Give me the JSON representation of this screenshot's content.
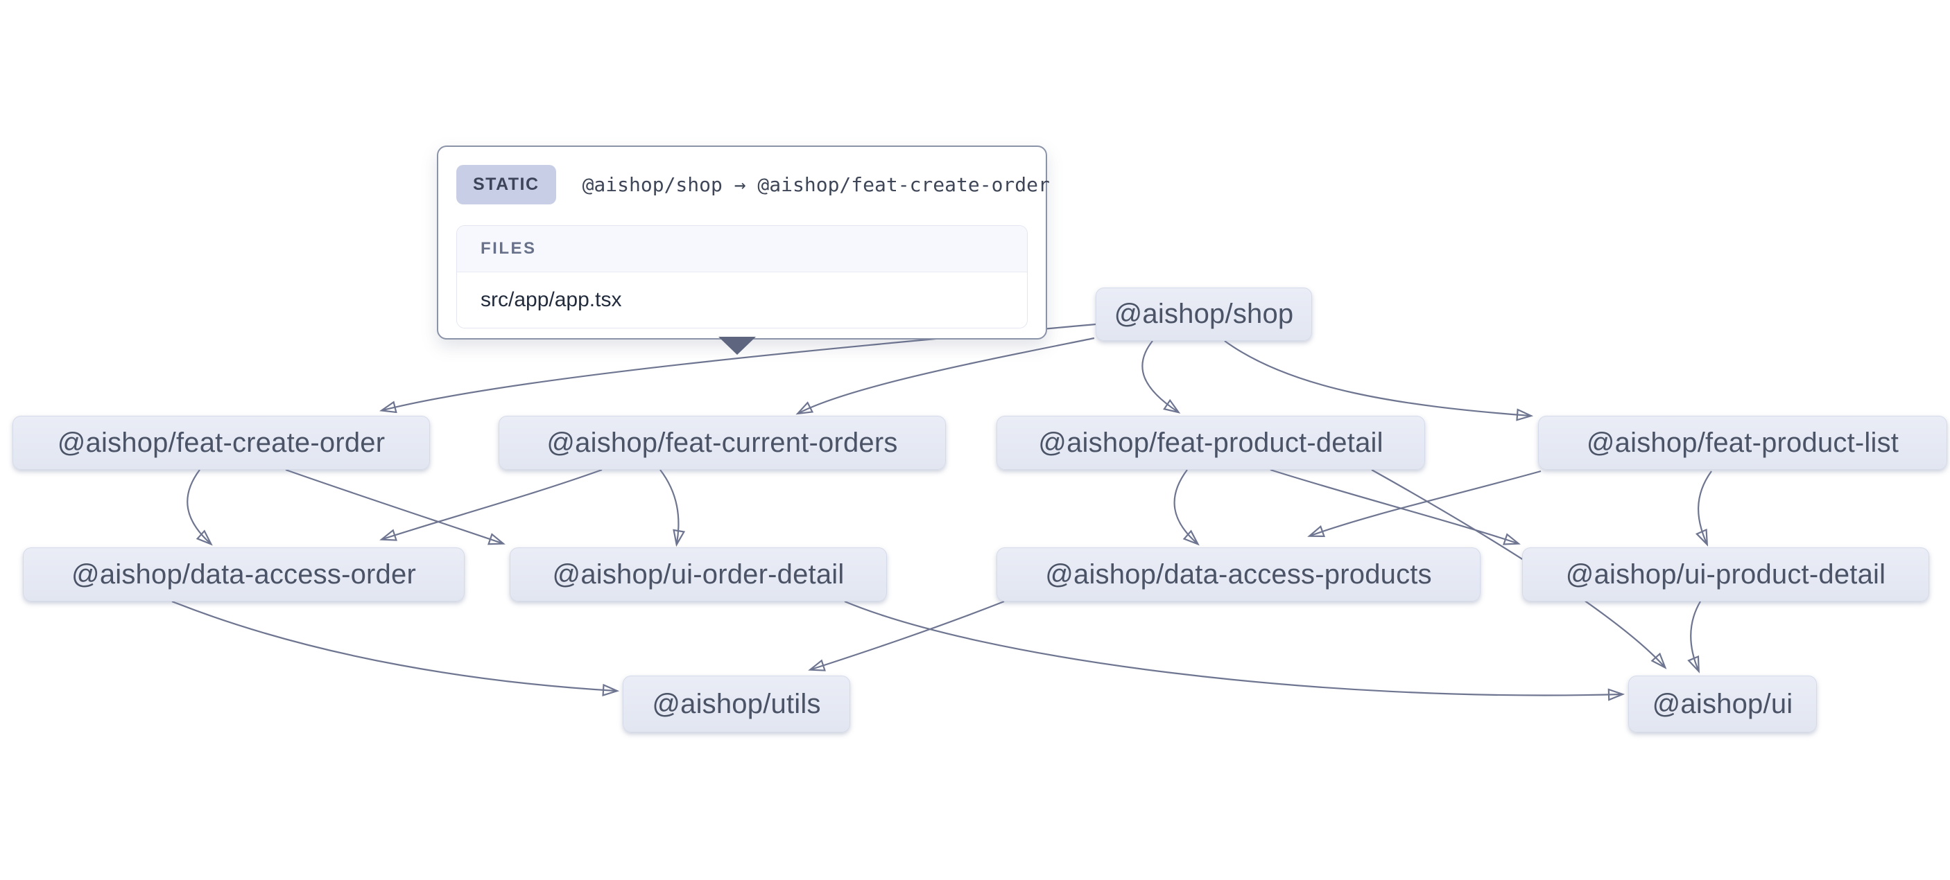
{
  "tooltip": {
    "badge": "STATIC",
    "title": "@aishop/shop → @aishop/feat-create-order",
    "files_header": "FILES",
    "files": [
      "src/app/app.tsx"
    ]
  },
  "nodes": {
    "shop": {
      "label": "@aishop/shop"
    },
    "feat_create_order": {
      "label": "@aishop/feat-create-order"
    },
    "feat_current_orders": {
      "label": "@aishop/feat-current-orders"
    },
    "feat_product_detail": {
      "label": "@aishop/feat-product-detail"
    },
    "feat_product_list": {
      "label": "@aishop/feat-product-list"
    },
    "data_access_order": {
      "label": "@aishop/data-access-order"
    },
    "ui_order_detail": {
      "label": "@aishop/ui-order-detail"
    },
    "data_access_products": {
      "label": "@aishop/data-access-products"
    },
    "ui_product_detail": {
      "label": "@aishop/ui-product-detail"
    },
    "utils": {
      "label": "@aishop/utils"
    },
    "ui": {
      "label": "@aishop/ui"
    }
  },
  "edges": [
    {
      "source": "@aishop/shop",
      "target": "@aishop/feat-create-order",
      "type": "static",
      "selected": true
    },
    {
      "source": "@aishop/shop",
      "target": "@aishop/feat-current-orders",
      "type": "static"
    },
    {
      "source": "@aishop/shop",
      "target": "@aishop/feat-product-detail",
      "type": "static"
    },
    {
      "source": "@aishop/shop",
      "target": "@aishop/feat-product-list",
      "type": "static"
    },
    {
      "source": "@aishop/feat-create-order",
      "target": "@aishop/data-access-order",
      "type": "static"
    },
    {
      "source": "@aishop/feat-create-order",
      "target": "@aishop/ui-order-detail",
      "type": "static"
    },
    {
      "source": "@aishop/feat-current-orders",
      "target": "@aishop/data-access-order",
      "type": "static"
    },
    {
      "source": "@aishop/feat-current-orders",
      "target": "@aishop/ui-order-detail",
      "type": "static"
    },
    {
      "source": "@aishop/feat-product-detail",
      "target": "@aishop/data-access-products",
      "type": "static"
    },
    {
      "source": "@aishop/feat-product-detail",
      "target": "@aishop/ui-product-detail",
      "type": "static"
    },
    {
      "source": "@aishop/feat-product-detail",
      "target": "@aishop/ui",
      "type": "static"
    },
    {
      "source": "@aishop/feat-product-list",
      "target": "@aishop/data-access-products",
      "type": "static"
    },
    {
      "source": "@aishop/feat-product-list",
      "target": "@aishop/ui-product-detail",
      "type": "static"
    },
    {
      "source": "@aishop/data-access-order",
      "target": "@aishop/utils",
      "type": "static"
    },
    {
      "source": "@aishop/data-access-products",
      "target": "@aishop/utils",
      "type": "static"
    },
    {
      "source": "@aishop/ui-order-detail",
      "target": "@aishop/ui",
      "type": "static"
    },
    {
      "source": "@aishop/ui-product-detail",
      "target": "@aishop/ui",
      "type": "static"
    }
  ],
  "colors": {
    "background": "#ffffff",
    "node_fill": "#e4e7f2",
    "node_text": "#4b5367",
    "edge": "#6e7590",
    "tooltip_border": "#8b93a9",
    "badge_bg": "#c8cee5",
    "files_header_bg": "#f7f8fd"
  }
}
